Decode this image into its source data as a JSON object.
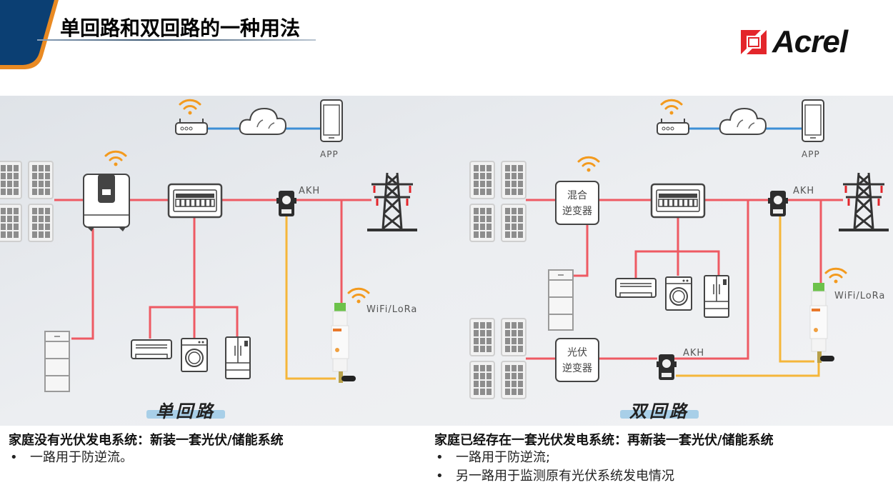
{
  "header": {
    "title": "单回路和双回路的一种用法",
    "brand_colors": {
      "navy": "#0b3f73",
      "orange": "#e98a23",
      "logo_red": "#e3262b"
    }
  },
  "logo": {
    "text": "Acrel"
  },
  "diagram": {
    "colors": {
      "power_line": "#ee5a63",
      "signal_line": "#f5b63a",
      "network_line": "#3d8fd6",
      "wifi": "#f39a1e"
    },
    "single": {
      "label": "单回路",
      "app_label": "APP",
      "ct_label": "AKH",
      "wireless_label": "WiFi/LoRa"
    },
    "dual": {
      "label": "双回路",
      "app_label": "APP",
      "hybrid_inverter_line1": "混合",
      "hybrid_inverter_line2": "逆变器",
      "pv_inverter_line1": "光伏",
      "pv_inverter_line2": "逆变器",
      "ct_label_top": "AKH",
      "ct_label_bottom": "AKH",
      "wireless_label": "WiFi/LoRa"
    }
  },
  "left_text": {
    "heading": "家庭没有光伏发电系统：新装一套光伏/储能系统",
    "bullets": [
      {
        "dot": "•",
        "text": "一路用于防逆流。"
      }
    ]
  },
  "right_text": {
    "heading": "家庭已经存在一套光伏发电系统：再新装一套光伏/储能系统",
    "bullets": [
      {
        "dot": "•",
        "text": "一路用于防逆流;"
      },
      {
        "dot": "•",
        "text": "另一路用于监测原有光伏系统发电情况"
      }
    ]
  }
}
